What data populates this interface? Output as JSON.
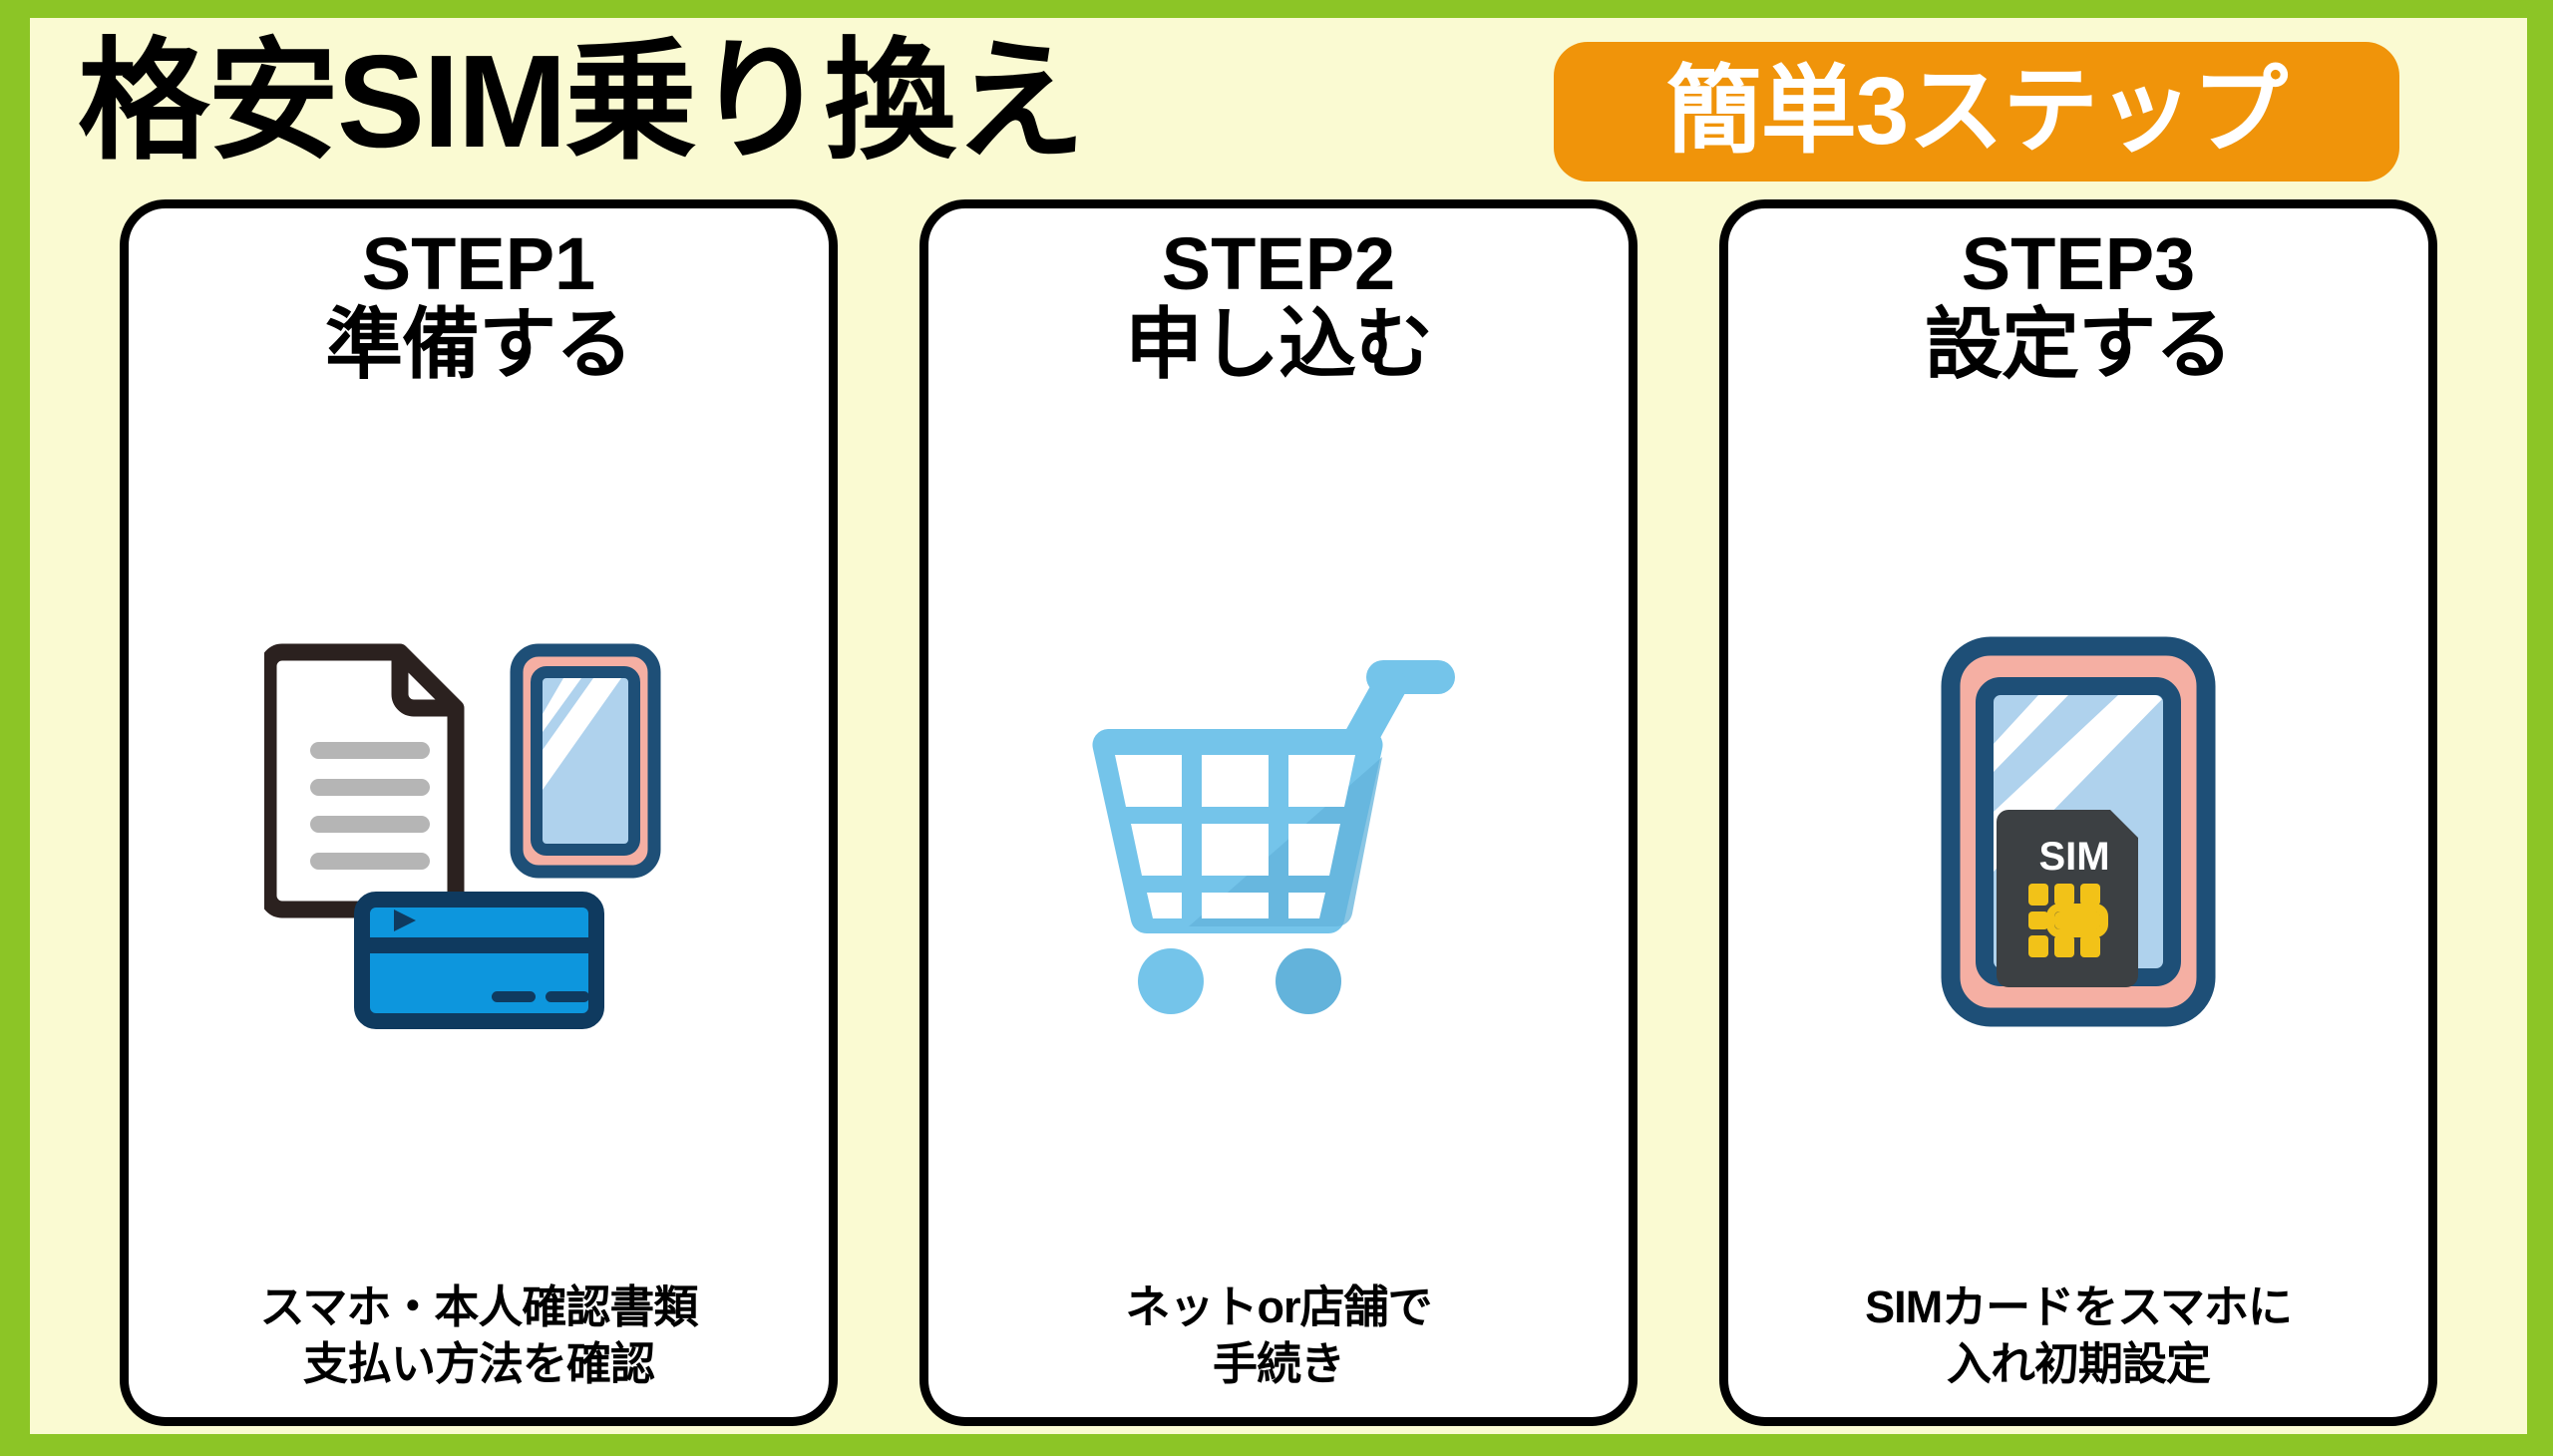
{
  "poster": {
    "frame_color": "#8CC526",
    "background_color": "#FAFAD2",
    "title": "格安SIM乗り換え",
    "badge_label": "簡単3ステップ",
    "badge_color": "#F0940A",
    "badge_text_color": "#FFFFFF"
  },
  "steps": [
    {
      "label": "STEP1",
      "action": "準備する",
      "caption_line1": "スマホ・本人確認書類",
      "caption_line2": "支払い方法を確認",
      "art": "document-phone-creditcard",
      "colors": {
        "document_outline": "#2B211F",
        "document_lines": "#B5B5B5",
        "phone_outline": "#1E4F77",
        "phone_body": "#F5AFA3",
        "phone_screen": "#AFD2ED",
        "card_fill": "#0D96DD",
        "card_outline": "#0F3A5F"
      }
    },
    {
      "label": "STEP2",
      "action": "申し込む",
      "caption_line1": "ネットor店舗で",
      "caption_line2": "手続き",
      "art": "shopping-cart",
      "colors": {
        "cart_light": "#74C4EA",
        "cart_shade": "#63B3DB"
      }
    },
    {
      "label": "STEP3",
      "action": "設定する",
      "caption_line1": "SIMカードをスマホに",
      "caption_line2": "入れ初期設定",
      "art": "phone-with-sim",
      "sim_label": "SIM",
      "colors": {
        "phone_outline": "#1E4F77",
        "phone_body": "#F5AFA3",
        "phone_screen": "#AFD2ED",
        "sim_card": "#3C4043",
        "sim_chip": "#F2C218",
        "sim_text": "#FFFFFF"
      }
    }
  ]
}
